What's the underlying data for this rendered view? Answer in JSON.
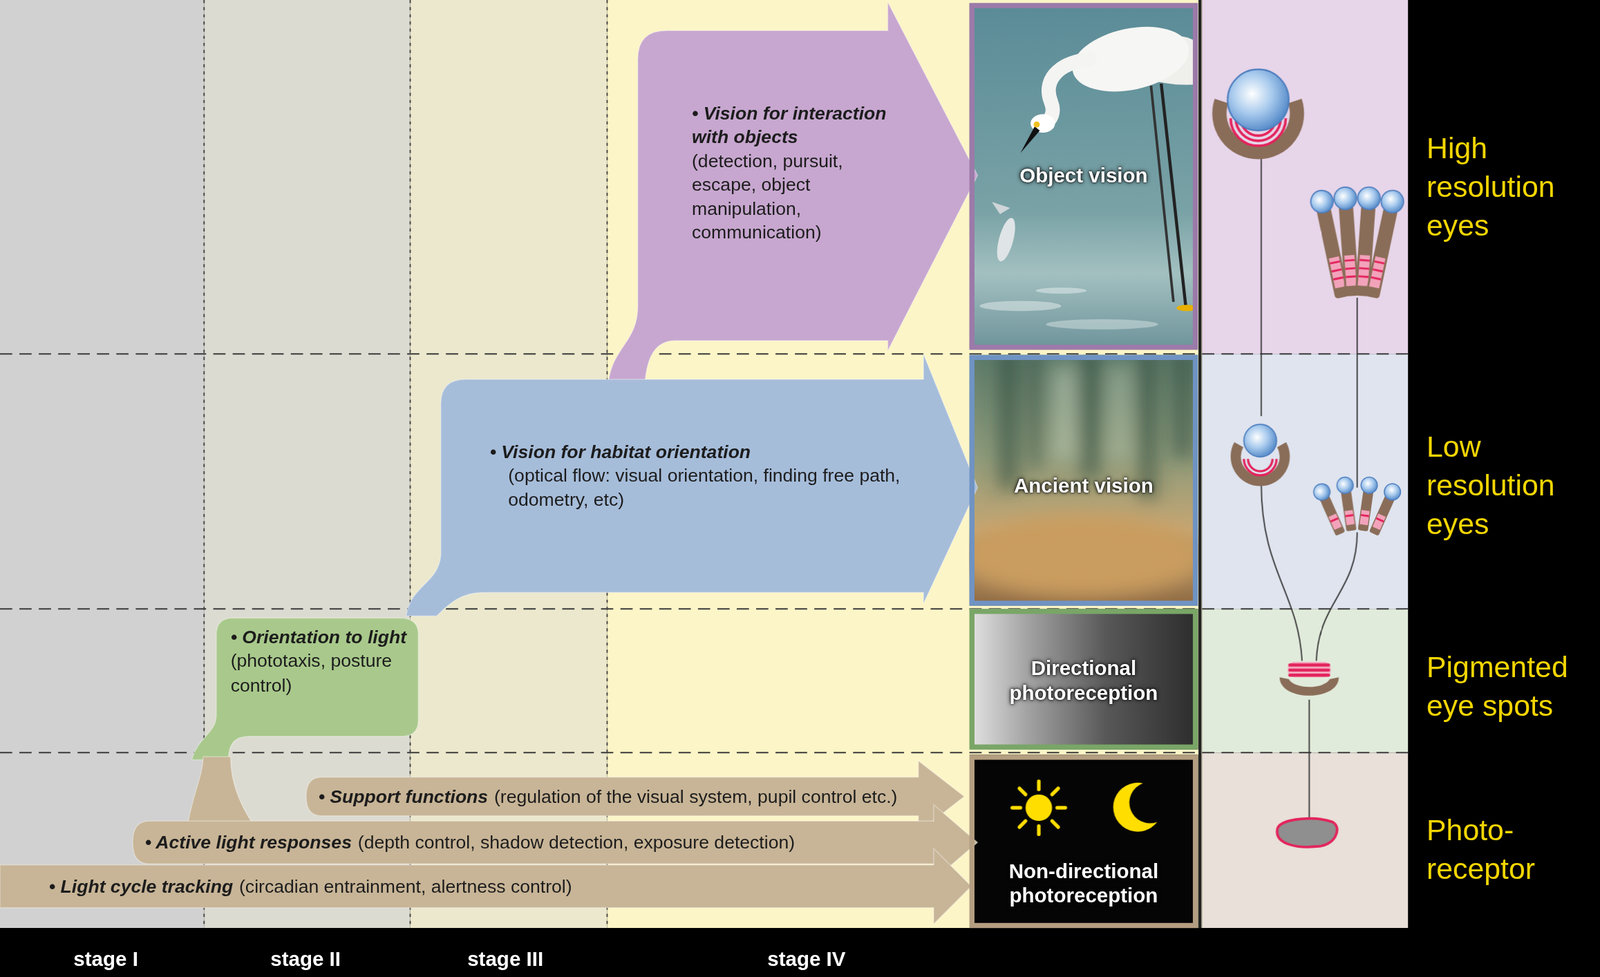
{
  "diagram": {
    "nodes": [
      {
        "text": [
          "• Vision for interaction with objects",
          "(detection, pursuit, escape, object manipulation, communication)"
        ]
      },
      {
        "text": [
          "Object vision"
        ]
      },
      {
        "text": [
          "• Vision for habitat orientation",
          "(optical flow: visual orientation, finding free path, odometry, etc)"
        ]
      },
      {
        "text": [
          "Ancient vision"
        ]
      },
      {
        "text": [
          "• Orientation to light",
          "(phototaxis, posture control)"
        ]
      },
      {
        "text": [
          "Directional photoreception"
        ]
      },
      {
        "text": [
          "• Support functions",
          "(regulation of the visual system, pupil control etc.)",
          "• Active light responses",
          "(depth control, shadow detection, exposure detection)",
          "• Light cycle tracking",
          "(circadian entrainment, alertness control)"
        ]
      },
      {
        "text": [
          "Non-directional photoreception"
        ]
      }
    ],
    "labels": [
      "High resolution eyes",
      "Low resolution eyes",
      "Pigmented eye spots",
      "Photo- receptor",
      "stage I",
      "stage II",
      "stage III",
      "stage IV"
    ]
  }
}
